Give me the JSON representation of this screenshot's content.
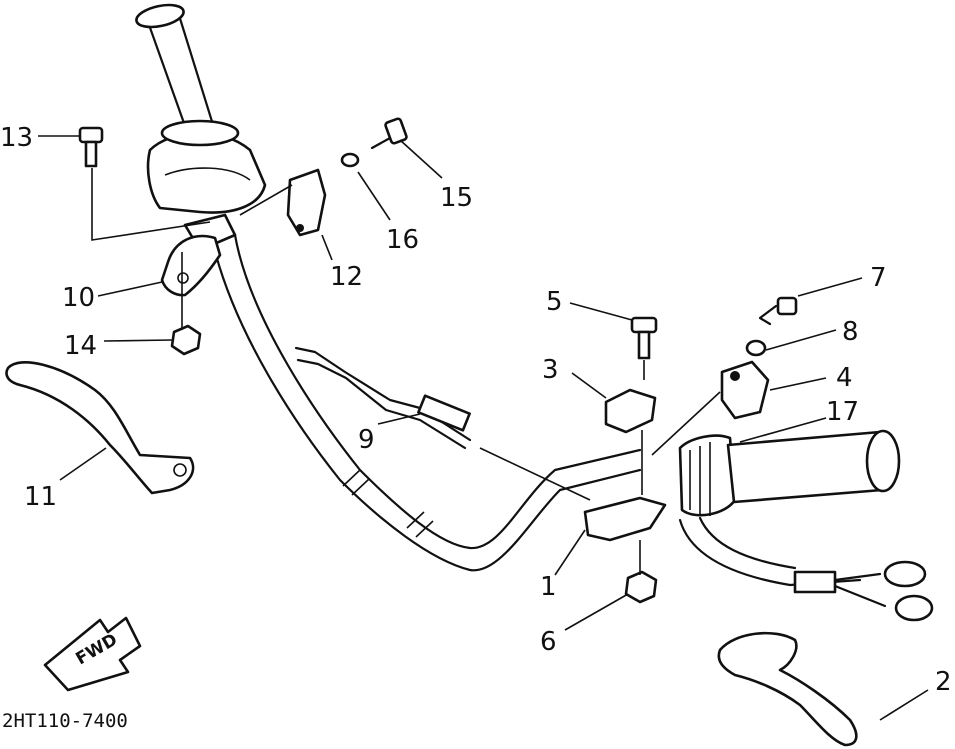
{
  "diagram": {
    "code": "2HT110-7400",
    "fwd_label": "FWD",
    "callouts": [
      "1",
      "2",
      "3",
      "4",
      "5",
      "6",
      "7",
      "8",
      "9",
      "10",
      "11",
      "12",
      "13",
      "14",
      "15",
      "16",
      "17"
    ]
  }
}
